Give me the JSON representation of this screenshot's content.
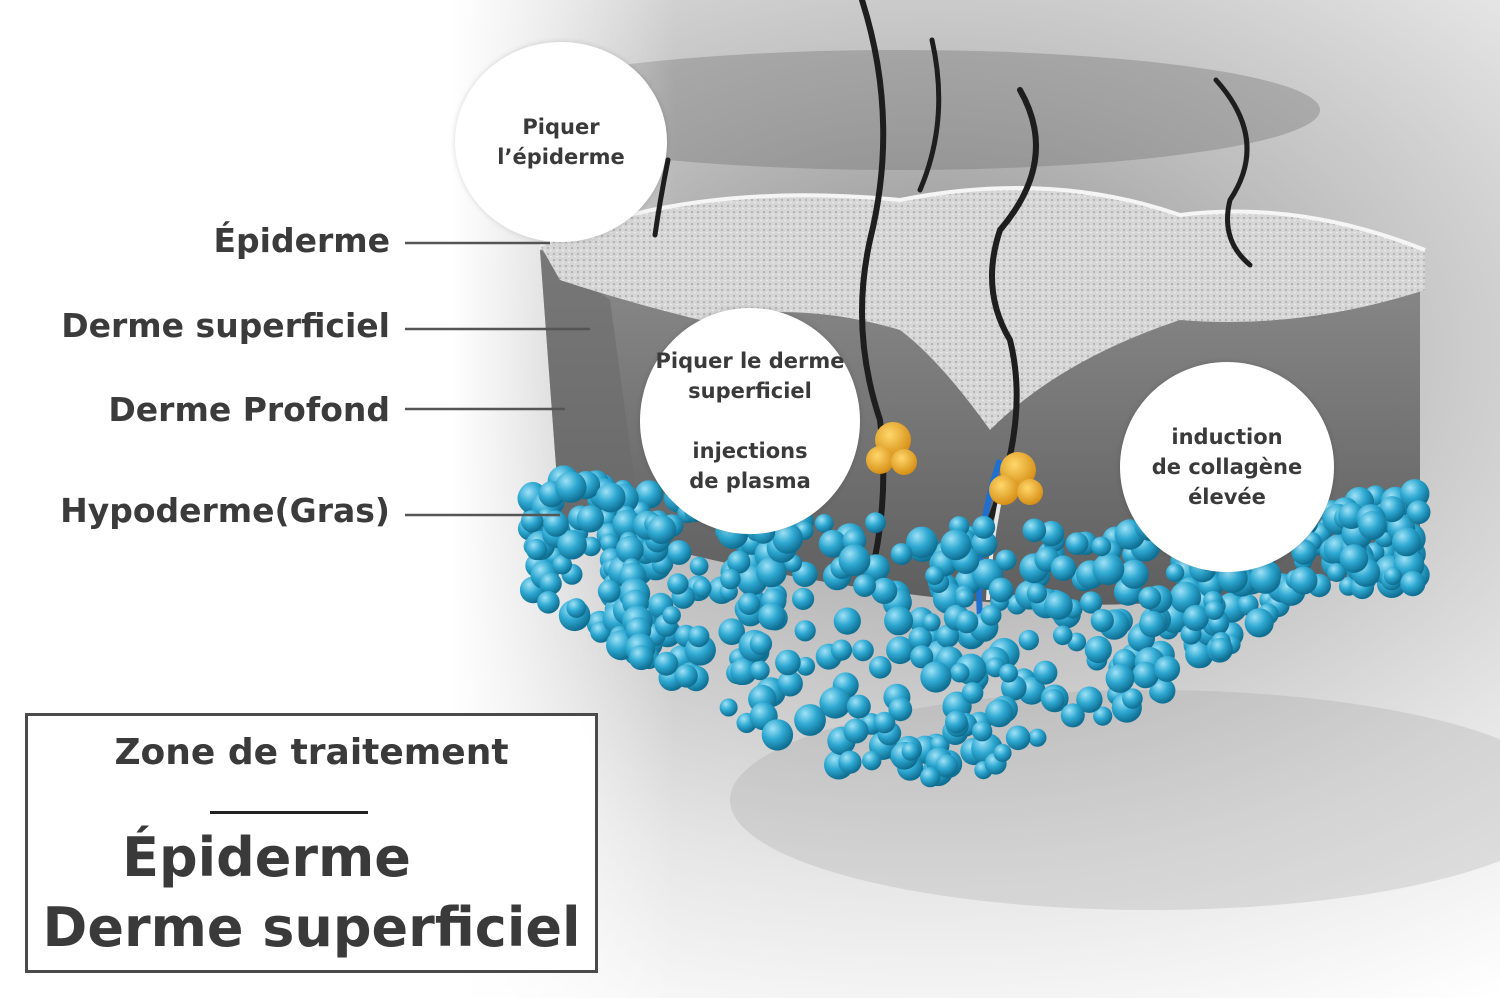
{
  "layers": [
    {
      "label": "Épiderme"
    },
    {
      "label": "Derme superficiel"
    },
    {
      "label": "Derme Profond"
    },
    {
      "label": "Hypoderme(Gras)"
    }
  ],
  "callouts": {
    "epidermis": {
      "lines": [
        "Piquer",
        "l’épiderme"
      ]
    },
    "dermis": {
      "lines": [
        "Piquer le derme",
        "superficiel"
      ],
      "lines2": [
        "injections",
        "de plasma"
      ]
    },
    "collagen": {
      "lines": [
        "induction",
        "de collagène",
        "élevée"
      ]
    }
  },
  "treatment_box": {
    "title": "Zone de traitement",
    "zones": [
      "Épiderme",
      "Derme superficiel"
    ]
  },
  "colors": {
    "fat_cells": "#2fa9d2",
    "fat_glands": "#e6a21c",
    "label_text": "#3b3b3b",
    "leader_lines": "#555555"
  }
}
